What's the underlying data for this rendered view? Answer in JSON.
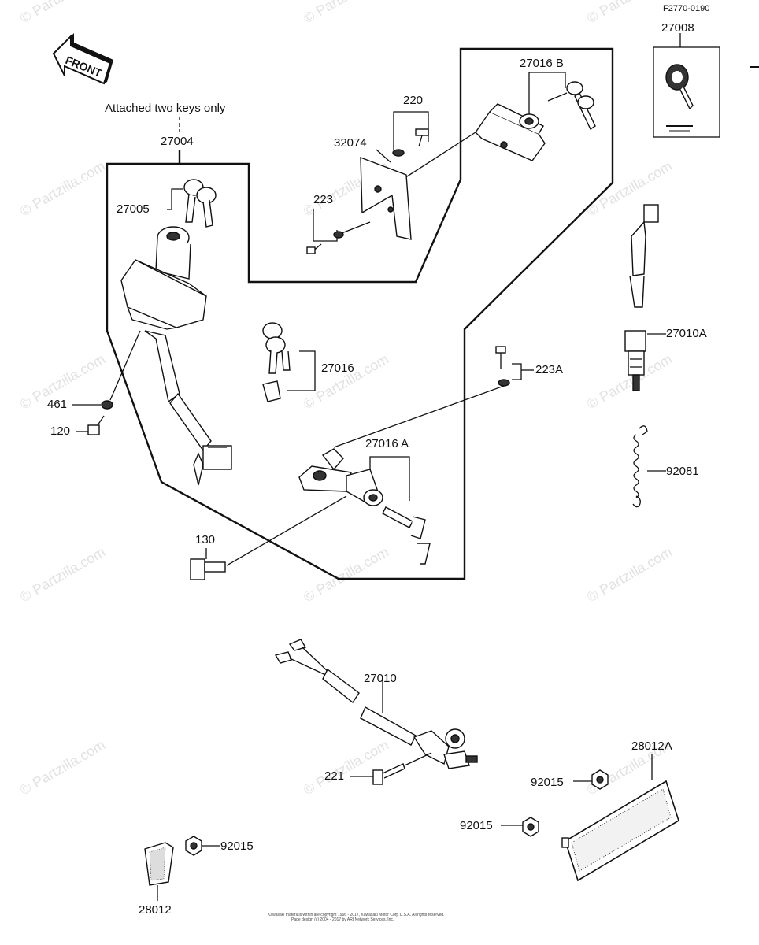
{
  "ref_code": "F2770-0190",
  "front_label": "FRONT",
  "note": "Attached two keys only",
  "watermark": "© Partzilla.com",
  "copyright_line1": "Kawasaki materials within are copyright 1966 - 2017, Kawasaki Motor Corp U.S.A. All rights reserved.",
  "copyright_line2": "Page design (c) 2004 - 2017 by ARI Network Services, Inc.",
  "labels": {
    "p27008": "27008",
    "p27016B": "27016 B",
    "p220": "220",
    "p32074": "32074",
    "p223": "223",
    "p27004": "27004",
    "p27005": "27005",
    "p27016": "27016",
    "p223A": "223A",
    "p27010A": "27010A",
    "p461": "461",
    "p120": "120",
    "p27016A": "27016 A",
    "p92081": "92081",
    "p130": "130",
    "p27010": "27010",
    "p221": "221",
    "p28012A": "28012A",
    "p92015a": "92015",
    "p92015b": "92015",
    "p92015c": "92015",
    "p28012": "28012"
  }
}
